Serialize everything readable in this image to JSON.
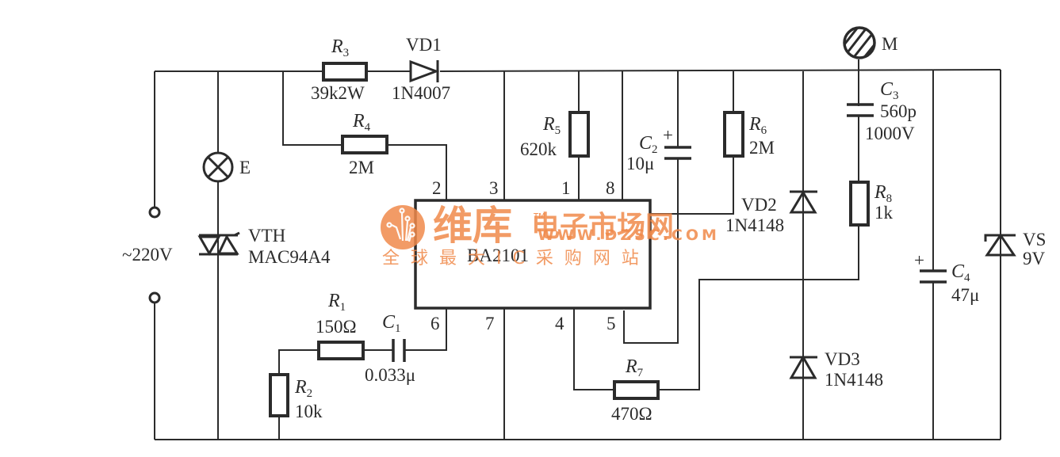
{
  "diagram": {
    "type": "circuit-schematic",
    "ic": {
      "name": "BA2101",
      "pins": [
        "2",
        "3",
        "1",
        "8",
        "6",
        "7",
        "4",
        "5"
      ]
    },
    "components": {
      "R1": {
        "ref": "R",
        "sub": "1",
        "value": "150Ω"
      },
      "R2": {
        "ref": "R",
        "sub": "2",
        "value": "10k"
      },
      "R3": {
        "ref": "R",
        "sub": "3",
        "value": "39k2W"
      },
      "R4": {
        "ref": "R",
        "sub": "4",
        "value": "2M"
      },
      "R5": {
        "ref": "R",
        "sub": "5",
        "value": "620k"
      },
      "R6": {
        "ref": "R",
        "sub": "6",
        "value": "2M"
      },
      "R7": {
        "ref": "R",
        "sub": "7",
        "value": "470Ω"
      },
      "R8": {
        "ref": "R",
        "sub": "8",
        "value": "1k"
      },
      "C1": {
        "ref": "C",
        "sub": "1",
        "value": "0.033μ"
      },
      "C2": {
        "ref": "C",
        "sub": "2",
        "value": "10μ",
        "polarity": "+"
      },
      "C3": {
        "ref": "C",
        "sub": "3",
        "value": "560p",
        "rating": "1000V"
      },
      "C4": {
        "ref": "C",
        "sub": "4",
        "value": "47μ",
        "polarity": "+"
      },
      "VD1": {
        "ref": "VD1",
        "value": "1N4007"
      },
      "VD2": {
        "ref": "VD2",
        "value": "1N4148"
      },
      "VD3": {
        "ref": "VD3",
        "value": "1N4148"
      },
      "VS": {
        "ref": "VS",
        "value": "9V"
      },
      "VTH": {
        "ref": "VTH",
        "value": "MAC94A4"
      },
      "E": {
        "ref": "E"
      },
      "M": {
        "ref": "M"
      },
      "supply": {
        "label": "~220V"
      }
    }
  },
  "watermark": {
    "brand": "维库",
    "name": "电子市场网",
    "url": "WWW.DZSC.COM",
    "slogan": "全球最大IC采购网站",
    "tm": "TM",
    "color": "#f08a4b"
  }
}
